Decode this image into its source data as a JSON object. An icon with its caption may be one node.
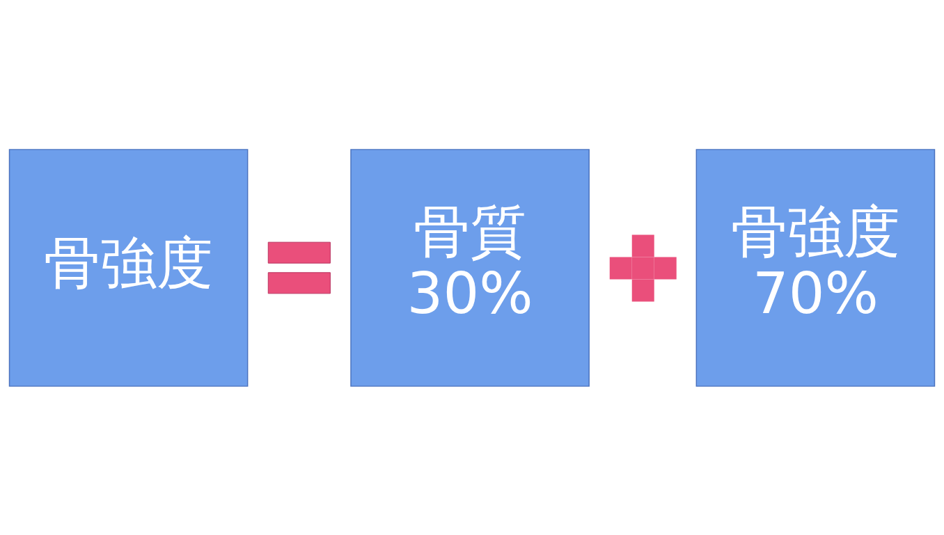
{
  "diagram": {
    "nodes": [
      {
        "text": [
          "骨強度"
        ]
      },
      {
        "text": [],
        "shape": "equals"
      },
      {
        "text": [
          "骨質",
          "30%"
        ]
      },
      {
        "text": [],
        "shape": "plus"
      },
      {
        "text": [
          "骨強度",
          "70%"
        ]
      }
    ]
  }
}
